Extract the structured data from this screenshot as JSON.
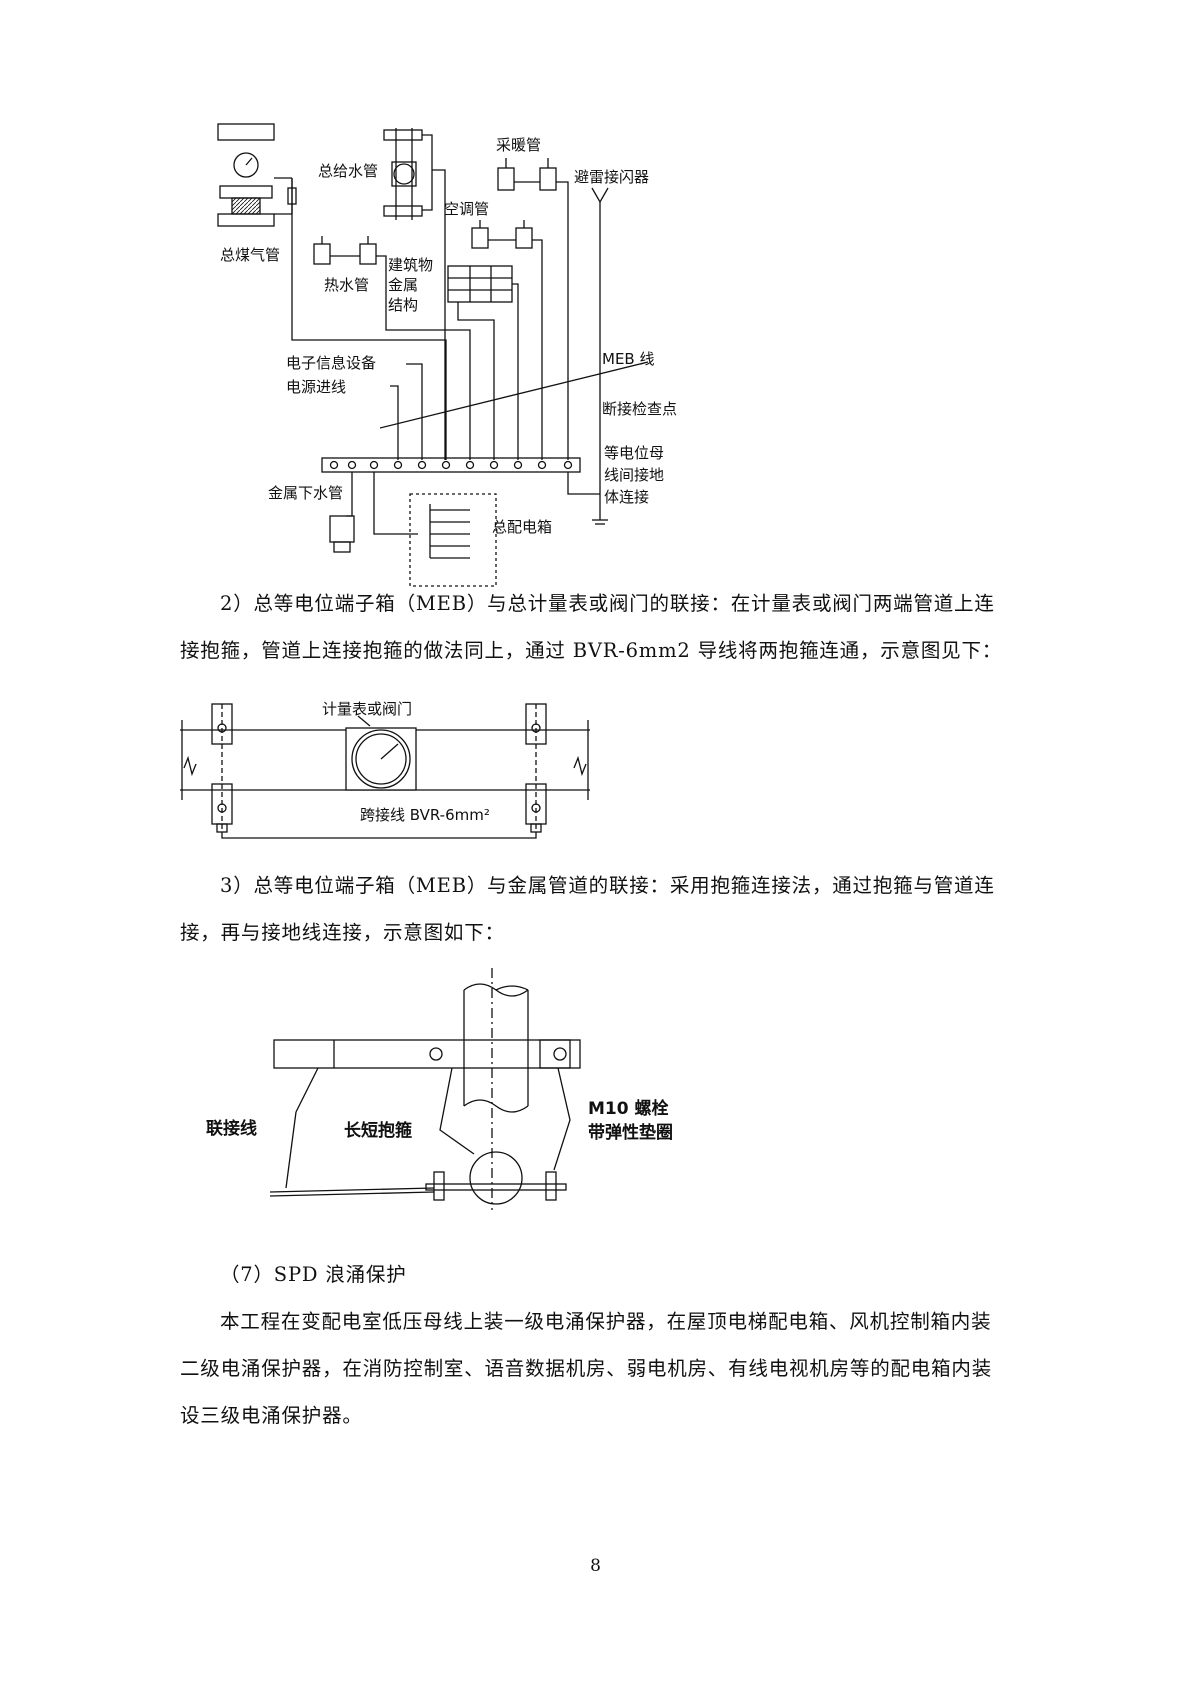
{
  "figure1": {
    "labels": {
      "gas_main": "总煤气管",
      "water_main": "总给水管",
      "heating_pipe": "采暖管",
      "lightning_arrester": "避雷接闪器",
      "hot_water_pipe": "热水管",
      "ac_pipe": "空调管",
      "building_metal_1": "建筑物",
      "building_metal_2": "金属",
      "building_metal_3": "结构",
      "electronic_equipment": "电子信息设备",
      "power_inlet": "电源进线",
      "meb_line": "MEB 线",
      "test_point": "断接检查点",
      "ground_1": "等电位母",
      "ground_2": "线间接地",
      "ground_3": "体连接",
      "drain_pipe": "金属下水管",
      "main_panel": "总配电箱"
    }
  },
  "paragraph2": {
    "line1": "2）总等电位端子箱（MEB）与总计量表或阀门的联接：在计量表或阀门两端管道上连",
    "line2": "接抱箍，管道上连接抱箍的做法同上，通过 BVR-6mm2 导线将两抱箍连通，示意图见下："
  },
  "figure2": {
    "meter_label": "计量表或阀门",
    "jumper_label": "跨接线 BVR-6mm²"
  },
  "paragraph3": {
    "line1": "3）总等电位端子箱（MEB）与金属管道的联接：采用抱箍连接法，通过抱箍与管道连",
    "line2": "接，再与接地线连接，示意图如下："
  },
  "figure3": {
    "connect_wire": "联接线",
    "clamp": "长短抱箍",
    "bolt": "M10 螺栓",
    "washer": "带弹性垫圈"
  },
  "section7": {
    "heading": "（7）SPD 浪涌保护",
    "line1": "本工程在变配电室低压母线上装一级电涌保护器，在屋顶电梯配电箱、风机控制箱内装",
    "line2": "二级电涌保护器，在消防控制室、语音数据机房、弱电机房、有线电视机房等的配电箱内装",
    "line3": "设三级电涌保护器。"
  },
  "page_number": "8"
}
